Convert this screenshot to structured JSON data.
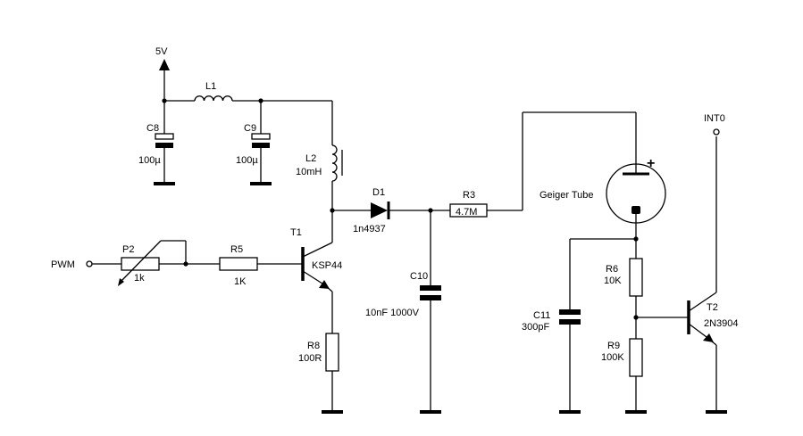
{
  "labels": {
    "vcc": "5V",
    "l1": "L1",
    "c8": "C8",
    "c8_val": "100µ",
    "c9": "C9",
    "c9_val": "100µ",
    "l2": "L2",
    "l2_val": "10mH",
    "d1": "D1",
    "d1_val": "1n4937",
    "r3": "R3",
    "r3_val": "4.7M",
    "geiger": "Geiger Tube",
    "plus": "+",
    "int0": "INT0",
    "pwm": "PWM",
    "p2": "P2",
    "p2_val": "1k",
    "r5": "R5",
    "r5_val": "1K",
    "t1": "T1",
    "t1_val": "KSP44",
    "c10": "C10",
    "c10_val": "10nF 1000V",
    "r8": "R8",
    "r8_val": "100R",
    "r6": "R6",
    "r6_val": "10K",
    "c11": "C11",
    "c11_val": "300pF",
    "r9": "R9",
    "r9_val": "100K",
    "t2": "T2",
    "t2_val": "2N3904"
  }
}
